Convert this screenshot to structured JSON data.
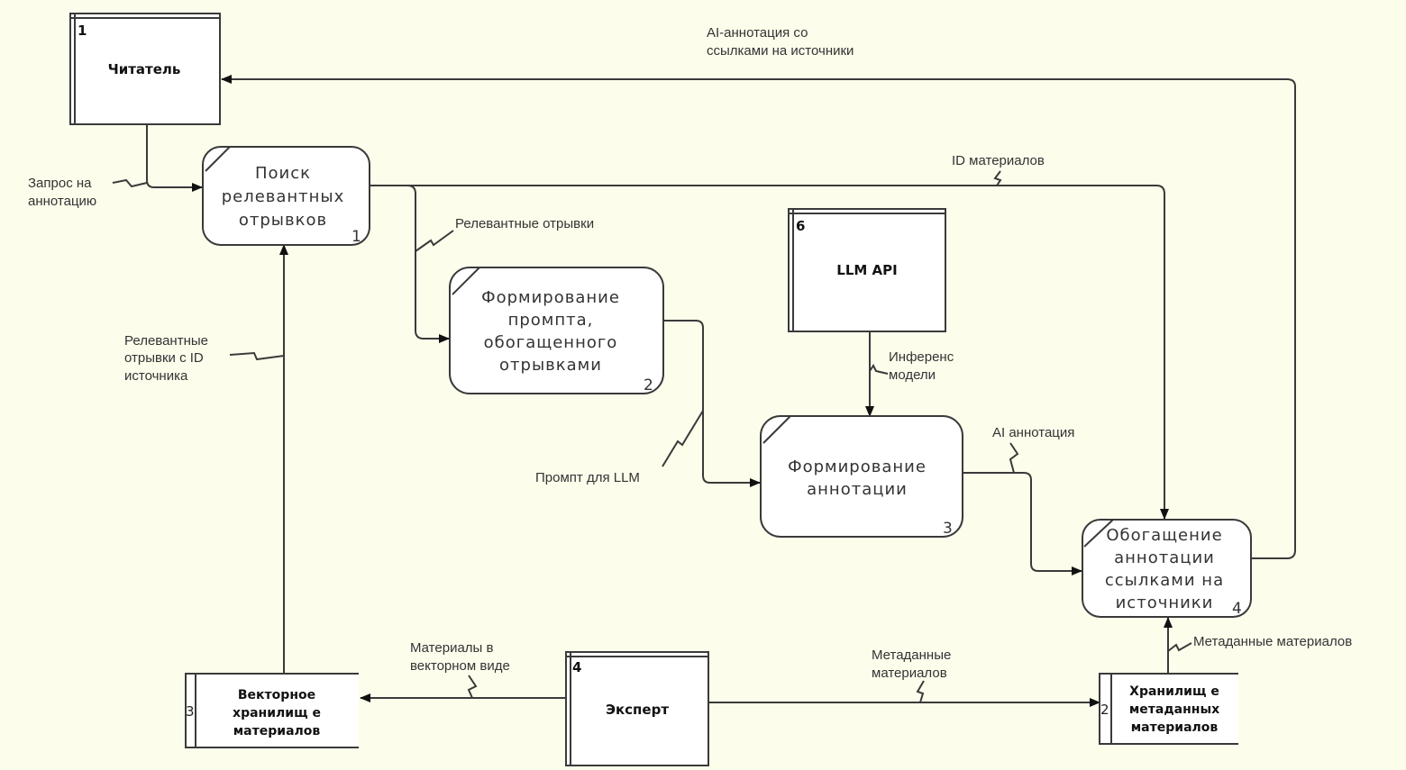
{
  "diagram": {
    "type": "data-flow-diagram",
    "external_entities": [
      {
        "id": "1",
        "label": "Читатель"
      },
      {
        "id": "6",
        "label": "LLM API"
      },
      {
        "id": "4",
        "label": "Эксперт"
      }
    ],
    "processes": [
      {
        "id": "1",
        "lines": [
          "Поиск",
          "релевантных",
          "отрывков"
        ]
      },
      {
        "id": "2",
        "lines": [
          "Формирование",
          "промпта,",
          "обогащенного",
          "отрывками"
        ]
      },
      {
        "id": "3",
        "lines": [
          "Формирование",
          "аннотации"
        ]
      },
      {
        "id": "4",
        "lines": [
          "Обогащение",
          "аннотации",
          "ссылками на",
          "источники"
        ]
      }
    ],
    "data_stores": [
      {
        "id": "3",
        "lines": [
          "Векторное",
          "хранилищ е",
          "материалов"
        ]
      },
      {
        "id": "2",
        "lines": [
          "Хранилищ е",
          "метаданных",
          "материалов"
        ]
      }
    ],
    "flows": [
      {
        "name": "ai-annotation-with-links",
        "lines": [
          "AI-аннотация со",
          "ссылками на источники"
        ],
        "from": "process-4",
        "to": "entity-1"
      },
      {
        "name": "annotation-request",
        "lines": [
          "Запрос на",
          "аннотацию"
        ],
        "from": "entity-1",
        "to": "process-1"
      },
      {
        "name": "material-ids",
        "lines": [
          "ID материалов"
        ],
        "from": "process-1",
        "to": "process-4"
      },
      {
        "name": "relevant-fragments",
        "lines": [
          "Релевантные отрывки"
        ],
        "from": "process-1",
        "to": "process-2"
      },
      {
        "name": "relevant-fragments-with-id",
        "lines": [
          "Релевантные",
          "отрывки с ID",
          "источника"
        ],
        "from": "store-3",
        "to": "process-1"
      },
      {
        "name": "model-inference",
        "lines": [
          "Инференс",
          "модели"
        ],
        "from": "entity-6",
        "to": "process-3"
      },
      {
        "name": "llm-prompt",
        "lines": [
          "Промпт для LLM"
        ],
        "from": "process-2",
        "to": "process-3"
      },
      {
        "name": "ai-annotation",
        "lines": [
          "AI аннотация"
        ],
        "from": "process-3",
        "to": "process-4"
      },
      {
        "name": "vector-materials",
        "lines": [
          "Материалы в",
          "векторном виде"
        ],
        "from": "entity-4",
        "to": "store-3"
      },
      {
        "name": "metadata-expert",
        "lines": [
          "Метаданные",
          "материалов"
        ],
        "from": "entity-4",
        "to": "store-2"
      },
      {
        "name": "metadata-store",
        "lines": [
          "Метаданные материалов"
        ],
        "from": "store-2",
        "to": "process-4"
      }
    ]
  }
}
